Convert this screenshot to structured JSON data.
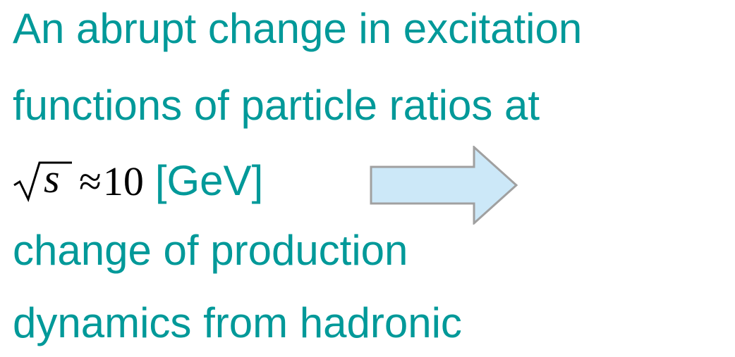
{
  "slide": {
    "text_color": "#009999",
    "lines": [
      "An abrupt change in excitation",
      "functions of particle ratios at"
    ],
    "formula": {
      "variable": "s",
      "relation": "≈",
      "value": "10"
    },
    "unit": "[GeV]",
    "after_lines": [
      "change of production",
      "dynamics from hadronic"
    ],
    "arrow": {
      "icon": "right-arrow-icon",
      "fill": "#cce8f8",
      "stroke": "#a0a0a0"
    }
  }
}
